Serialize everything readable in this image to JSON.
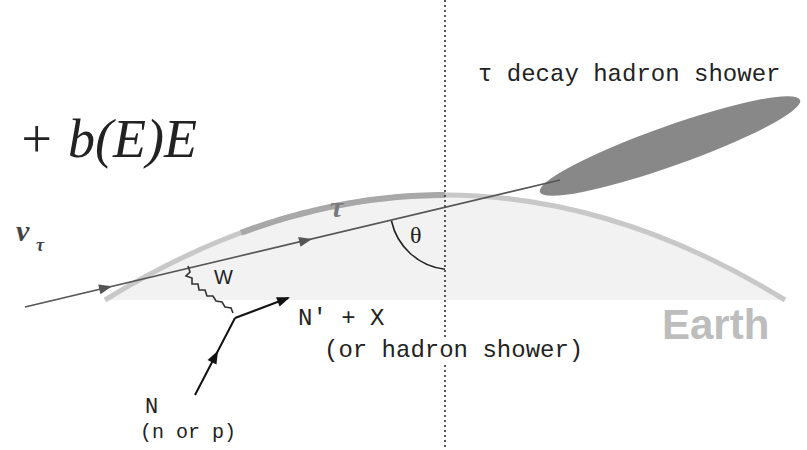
{
  "diagram": {
    "labels": [
      "+ b(E)E",
      "τ decay hadron shower",
      "τ",
      "ν",
      "τ",
      "θ",
      "W",
      "N' + X",
      "(or hadron shower)",
      "N",
      "(n or p)",
      "Earth"
    ]
  }
}
